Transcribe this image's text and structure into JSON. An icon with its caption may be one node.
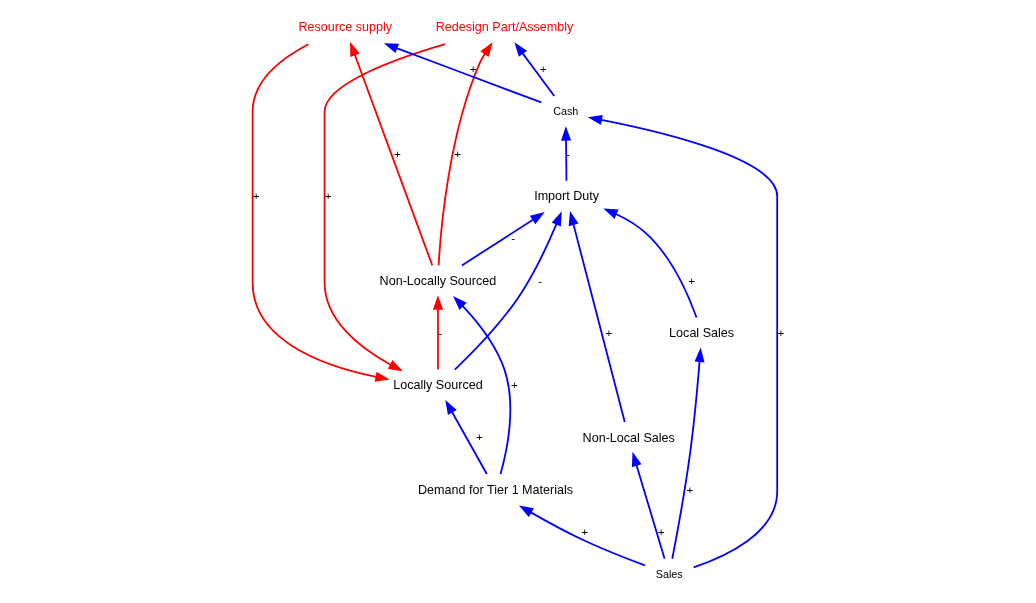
{
  "diagram": {
    "nodes": [
      {
        "text": [
          "Locally Sourced"
        ]
      },
      {
        "text": [
          "Redesign Part/Assembly"
        ]
      },
      {
        "text": [
          "Non-Locally Sourced"
        ]
      },
      {
        "text": [
          "Demand for Tier 1 Materials"
        ]
      },
      {
        "text": [
          "Resource supply"
        ]
      },
      {
        "text": [
          "Non-Local Sales"
        ]
      },
      {
        "text": [
          "Import Duty"
        ]
      },
      {
        "text": [
          "Local Sales"
        ]
      },
      {
        "text": [
          "Sales"
        ]
      },
      {
        "text": [
          "Cash"
        ]
      }
    ],
    "edges": [
      {
        "from": 3,
        "to": 0,
        "arrow": "to",
        "label": "+"
      },
      {
        "from": 3,
        "to": 2,
        "arrow": "to",
        "label": "+"
      },
      {
        "from": 0,
        "to": 2,
        "arrow": "to",
        "label": "-",
        "color": "#ff0000"
      },
      {
        "from": 0,
        "to": 6,
        "arrow": "to",
        "label": "-"
      },
      {
        "from": 2,
        "to": 6,
        "arrow": "to",
        "label": "-"
      },
      {
        "from": 2,
        "to": 1,
        "arrow": "to",
        "label": "+",
        "color": "#ff0000"
      },
      {
        "from": 2,
        "to": 4,
        "arrow": "to",
        "label": "+",
        "color": "#ff0000"
      },
      {
        "from": 1,
        "to": 0,
        "arrow": "to",
        "label": "+",
        "color": "#ff0000"
      },
      {
        "from": 4,
        "to": 0,
        "arrow": "to",
        "label": "+",
        "color": "#ff0000"
      },
      {
        "from": 5,
        "to": 6,
        "arrow": "to",
        "label": "+"
      },
      {
        "from": 7,
        "to": 6,
        "arrow": "to",
        "label": "+"
      },
      {
        "from": 8,
        "to": 3,
        "arrow": "to",
        "label": "+"
      },
      {
        "from": 8,
        "to": 5,
        "arrow": "to",
        "label": "+"
      },
      {
        "from": 8,
        "to": 7,
        "arrow": "to",
        "label": "+"
      },
      {
        "from": 8,
        "to": 9,
        "arrow": "to",
        "label": "+"
      },
      {
        "from": 6,
        "to": 9,
        "arrow": "to",
        "label": "-"
      },
      {
        "from": 9,
        "to": 1,
        "arrow": "to",
        "label": "+"
      },
      {
        "from": 9,
        "to": 4,
        "arrow": "to",
        "label": "+"
      }
    ]
  }
}
